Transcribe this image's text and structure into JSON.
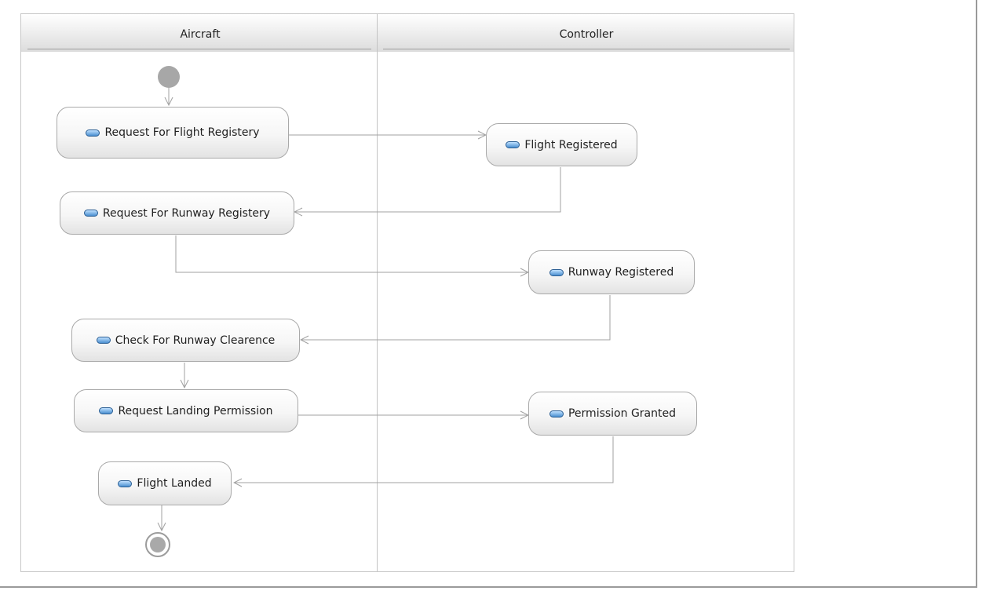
{
  "lanes": [
    {
      "title": "Aircraft"
    },
    {
      "title": "Controller"
    }
  ],
  "nodes": {
    "request_flight_registery": "Request For Flight Registery",
    "flight_registered": "Flight Registered",
    "request_runway_registery": "Request For Runway Registery",
    "runway_registered": "Runway Registered",
    "check_runway_clearence": "Check For Runway Clearence",
    "request_landing_permission": "Request Landing Permission",
    "permission_granted": "Permission Granted",
    "flight_landed": "Flight Landed"
  },
  "icons": {
    "action": "action-pill-icon",
    "initial": "initial-node",
    "final": "final-node"
  },
  "colors": {
    "edge": "#a0a0a0",
    "pill_top": "#bfe0ff",
    "pill_bottom": "#4a8fd0"
  }
}
